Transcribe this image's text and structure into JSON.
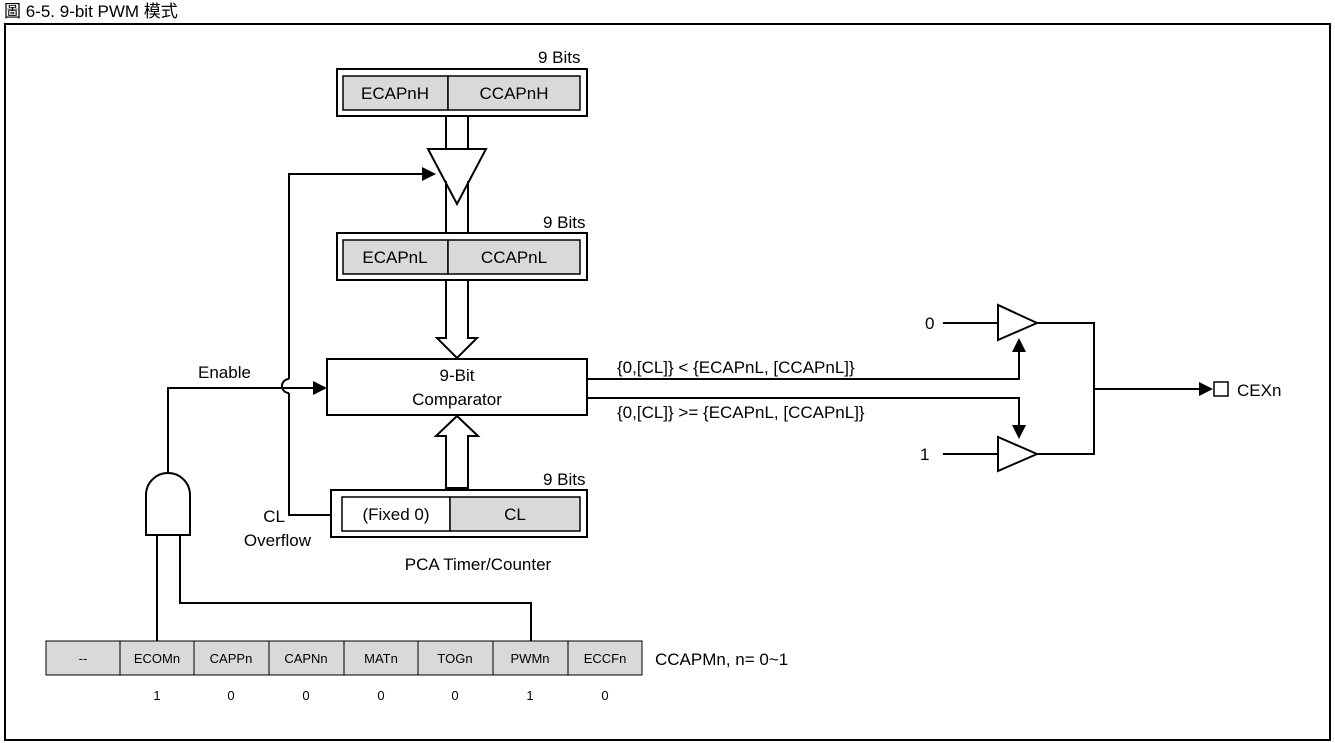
{
  "caption": "圖 6-5. 9-bit PWM 模式",
  "registers": {
    "capture_high": {
      "bits_label": "9 Bits",
      "left": "ECAPnH",
      "right": "CCAPnH"
    },
    "capture_low": {
      "bits_label": "9 Bits",
      "left": "ECAPnL",
      "right": "CCAPnL"
    },
    "timer": {
      "bits_label": "9 Bits",
      "left": "(Fixed 0)",
      "right": "CL",
      "name": "PCA Timer/Counter"
    }
  },
  "comparator": {
    "line1": "9-Bit",
    "line2": "Comparator"
  },
  "labels": {
    "enable": "Enable",
    "cl": "CL",
    "overflow": "Overflow",
    "less_than": "{0,[CL]} < {ECAPnL, [CCAPnL]}",
    "greater_eq": "{0,[CL]} >= {ECAPnL, [CCAPnL]}",
    "input_zero": "0",
    "input_one": "1",
    "output_pin": "CEXn"
  },
  "ccapm": {
    "name": "CCAPMn, n= 0~1",
    "bits": [
      "--",
      "ECOMn",
      "CAPPn",
      "CAPNn",
      "MATn",
      "TOGn",
      "PWMn",
      "ECCFn"
    ],
    "values": [
      "",
      "1",
      "0",
      "0",
      "0",
      "0",
      "1",
      "0"
    ]
  },
  "colors": {
    "register_fill": "#d9d9d9",
    "line": "#000000",
    "background": "#ffffff"
  }
}
